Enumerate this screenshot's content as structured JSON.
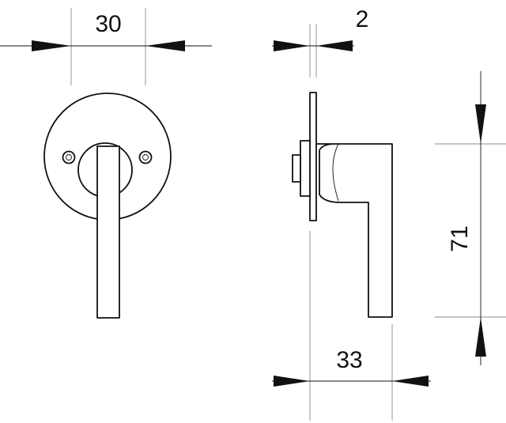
{
  "dimensions": {
    "rosette_diameter": "30",
    "rosette_thickness": "2",
    "lever_projection": "33",
    "lever_length": "71"
  },
  "colors": {
    "line": "#111111",
    "extension_line": "#8a8a8a",
    "background": "#ffffff"
  }
}
